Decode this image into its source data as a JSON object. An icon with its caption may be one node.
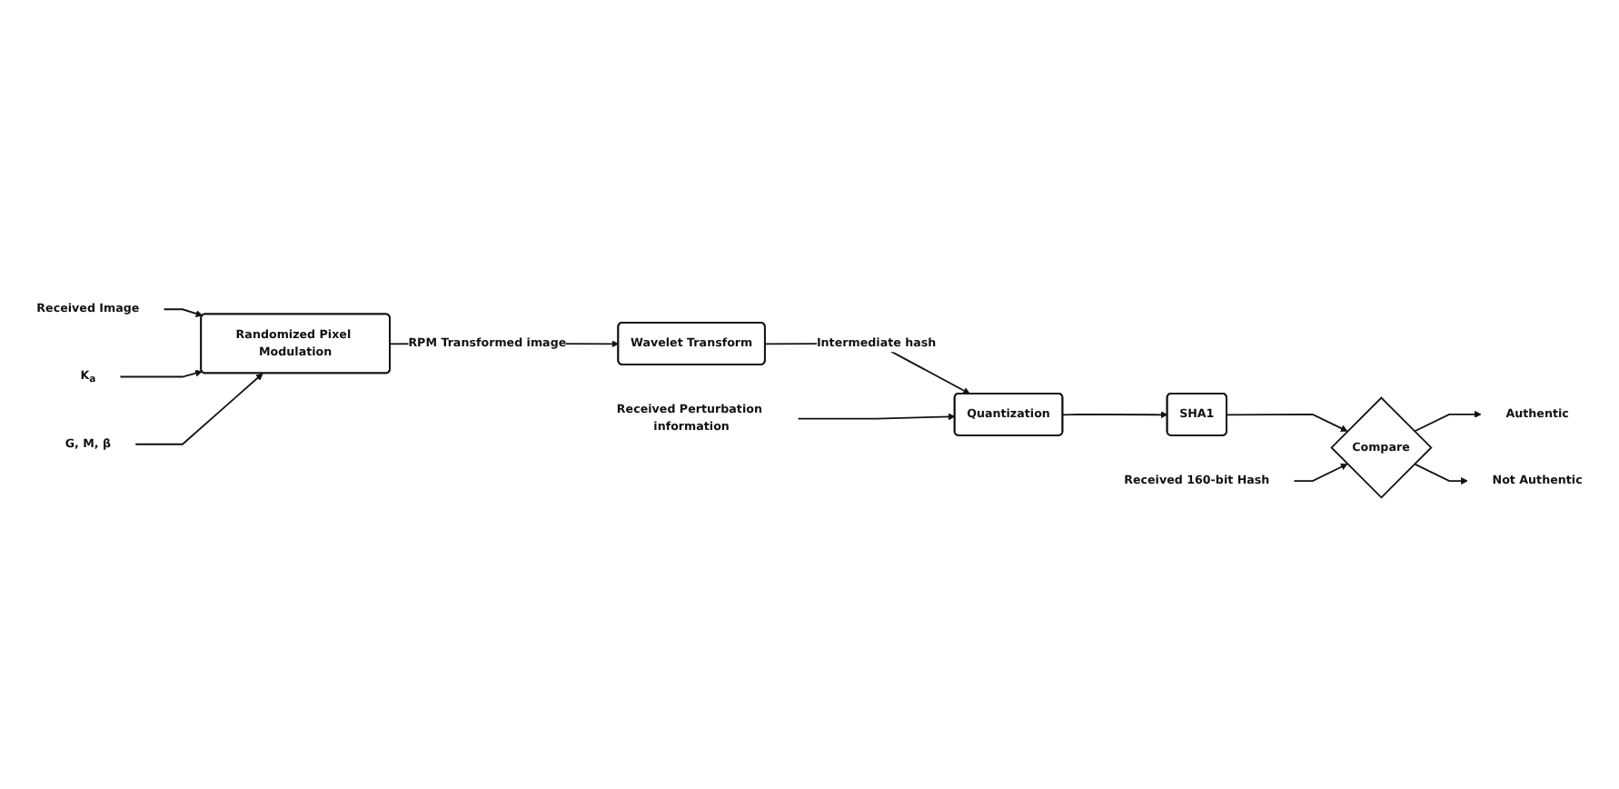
{
  "diagram": {
    "nodes": [
      {
        "text": [
          "K$_{a}$"
        ]
      },
      {
        "text": [
          "G, M, β"
        ]
      },
      {
        "text": [
          "Received Image"
        ]
      },
      {
        "text": [
          "Randomized Pixel Modulation"
        ]
      },
      {
        "text": [
          "Wavelet Transform"
        ]
      },
      {
        "text": [
          "Received Perturbation information"
        ]
      },
      {
        "text": [
          "Quantization"
        ]
      },
      {
        "text": [
          "SHA1"
        ]
      },
      {
        "text": [
          "Received 160-bit Hash"
        ]
      },
      {
        "text": [
          "Compare"
        ]
      },
      {
        "text": [
          "Authentic"
        ]
      },
      {
        "text": [
          "Not Authentic"
        ]
      }
    ],
    "edges": [
      {
        "from": 2,
        "to": 3,
        "arrow": "to"
      },
      {
        "from": 0,
        "to": 3,
        "arrow": "to"
      },
      {
        "from": 1,
        "to": 3,
        "arrow": "to"
      },
      {
        "from": 3,
        "to": 4,
        "arrow": "to",
        "label": "RPM Transformed image"
      },
      {
        "from": 4,
        "to": 6,
        "arrow": "to",
        "label": "Intermediate hash"
      },
      {
        "from": 5,
        "to": 6,
        "arrow": "to"
      },
      {
        "from": 6,
        "to": 7,
        "arrow": "to"
      },
      {
        "from": 7,
        "to": 9,
        "arrow": "to"
      },
      {
        "from": 8,
        "to": 9,
        "arrow": "to"
      },
      {
        "from": 9,
        "to": 10,
        "arrow": "to"
      },
      {
        "from": 9,
        "to": 11,
        "arrow": "to"
      }
    ]
  }
}
